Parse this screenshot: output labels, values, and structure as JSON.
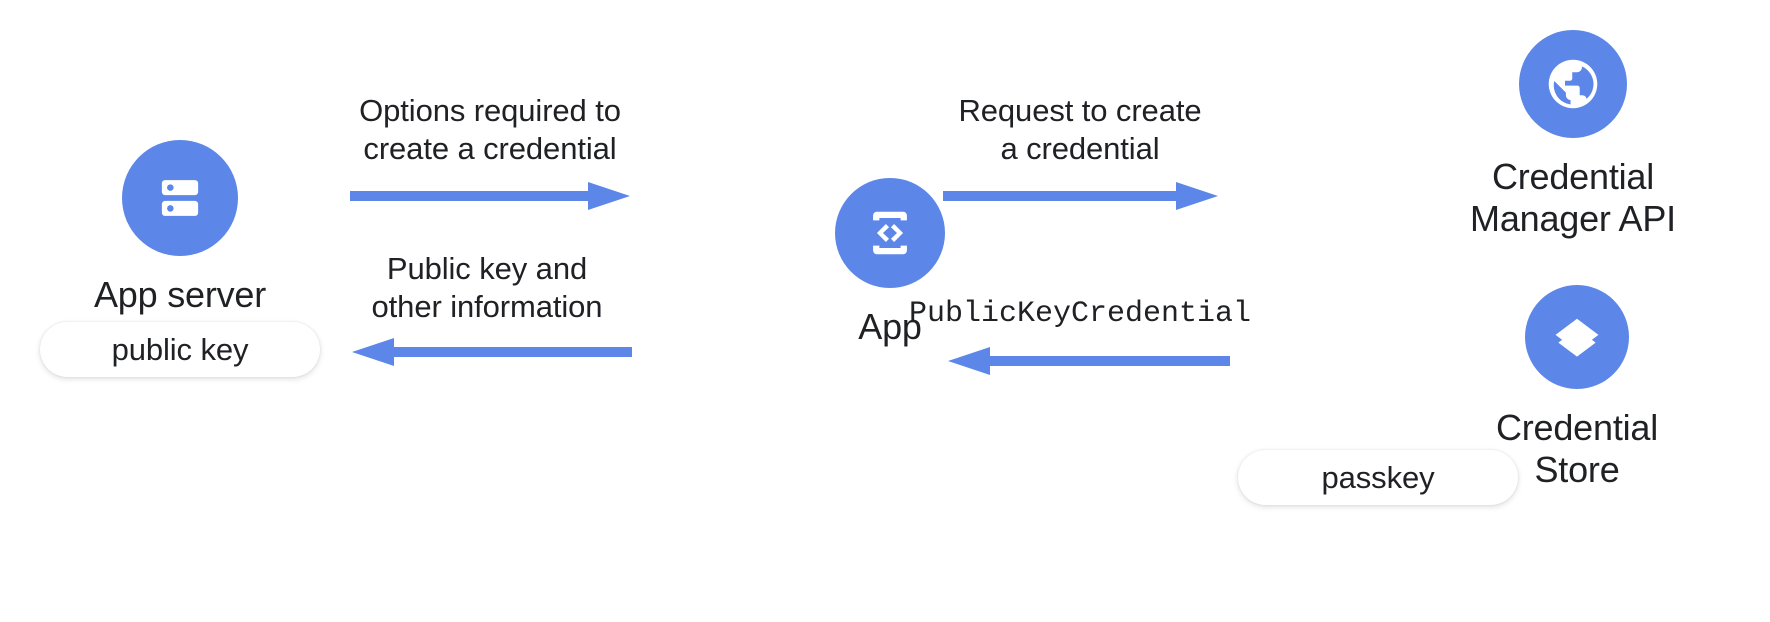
{
  "diagram": {
    "title": "Passkey creation flow between app server, app, and Credential Manager API",
    "accent_color": "#5C87E8",
    "text_color": "#202124",
    "background": "#ffffff"
  },
  "nodes": [
    {
      "id": "app-server",
      "label": "App server",
      "icon": "server-icon"
    },
    {
      "id": "app",
      "label": "App",
      "icon": "app-code-phone-icon"
    },
    {
      "id": "credential-manager-api",
      "label": "Credential\nManager API",
      "icon": "globe-public-icon"
    },
    {
      "id": "credential-store",
      "label": "Credential Store",
      "icon": "layers-stack-icon"
    }
  ],
  "pills": [
    {
      "id": "public-key-pill",
      "label": "public key"
    },
    {
      "id": "passkey-pill",
      "label": "passkey"
    }
  ],
  "flows": [
    {
      "id": "options-required",
      "label": "Options required to\ncreate a credential",
      "direction": "right",
      "mono": false
    },
    {
      "id": "public-key-and-other-information",
      "label": "Public key and\nother information",
      "direction": "left",
      "mono": false
    },
    {
      "id": "request-to-create",
      "label": "Request to create\na credential",
      "direction": "right",
      "mono": false
    },
    {
      "id": "public-key-credential",
      "label": "PublicKeyCredential",
      "direction": "left",
      "mono": true
    }
  ]
}
